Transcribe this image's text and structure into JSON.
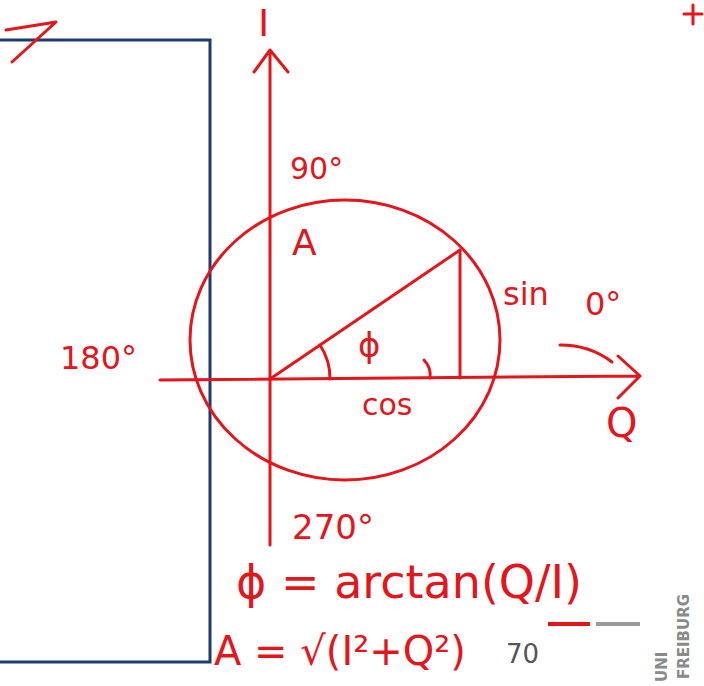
{
  "diagram": {
    "labels": [
      "I",
      "90°",
      "A",
      "ϕ",
      "sin",
      "0°",
      "Q",
      "180°",
      "cos",
      "270°",
      "ϕ = arctan(Q/I)",
      "A = √(I²+Q²)",
      "70",
      "UNI",
      "FREIBURG"
    ]
  }
}
